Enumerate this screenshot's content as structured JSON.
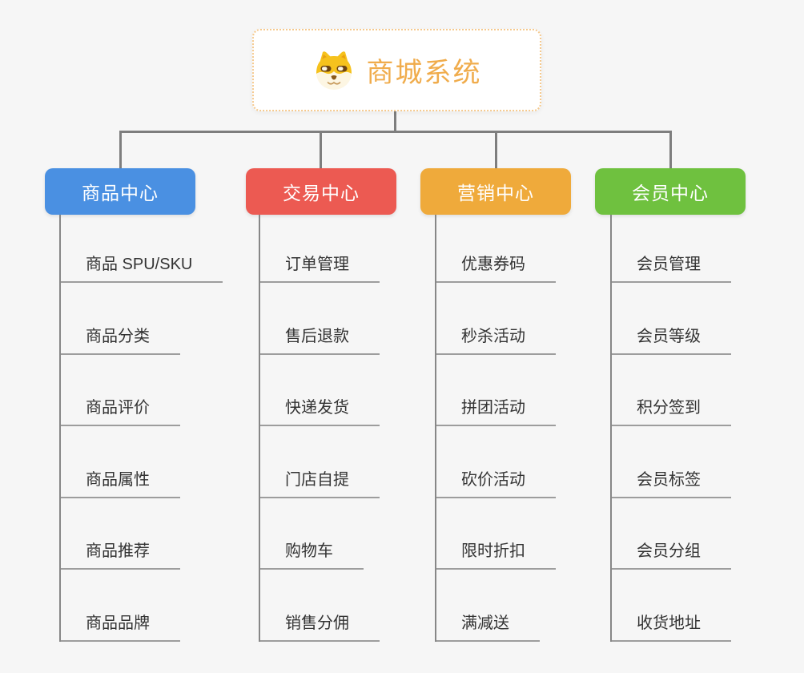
{
  "root": {
    "title": "商城系统",
    "icon": "shiba-dog-icon"
  },
  "branches": [
    {
      "label": "商品中心",
      "color": "#4a90e2",
      "items": [
        "商品 SPU/SKU",
        "商品分类",
        "商品评价",
        "商品属性",
        "商品推荐",
        "商品品牌"
      ]
    },
    {
      "label": "交易中心",
      "color": "#ec5a52",
      "items": [
        "订单管理",
        "售后退款",
        "快递发货",
        "门店自提",
        "购物车",
        "销售分佣"
      ]
    },
    {
      "label": "营销中心",
      "color": "#efaa3b",
      "items": [
        "优惠券码",
        "秒杀活动",
        "拼团活动",
        "砍价活动",
        "限时折扣",
        "满减送"
      ]
    },
    {
      "label": "会员中心",
      "color": "#6fc13f",
      "items": [
        "会员管理",
        "会员等级",
        "积分签到",
        "会员标签",
        "会员分组",
        "收货地址"
      ]
    }
  ],
  "colors": {
    "background": "#f6f6f6",
    "root_border": "#f5c98e",
    "root_title": "#f0ac4c",
    "connector": "#7e7e7e",
    "trunk": "#878787",
    "underline": "#9d9d9d",
    "item_text": "#333333"
  }
}
